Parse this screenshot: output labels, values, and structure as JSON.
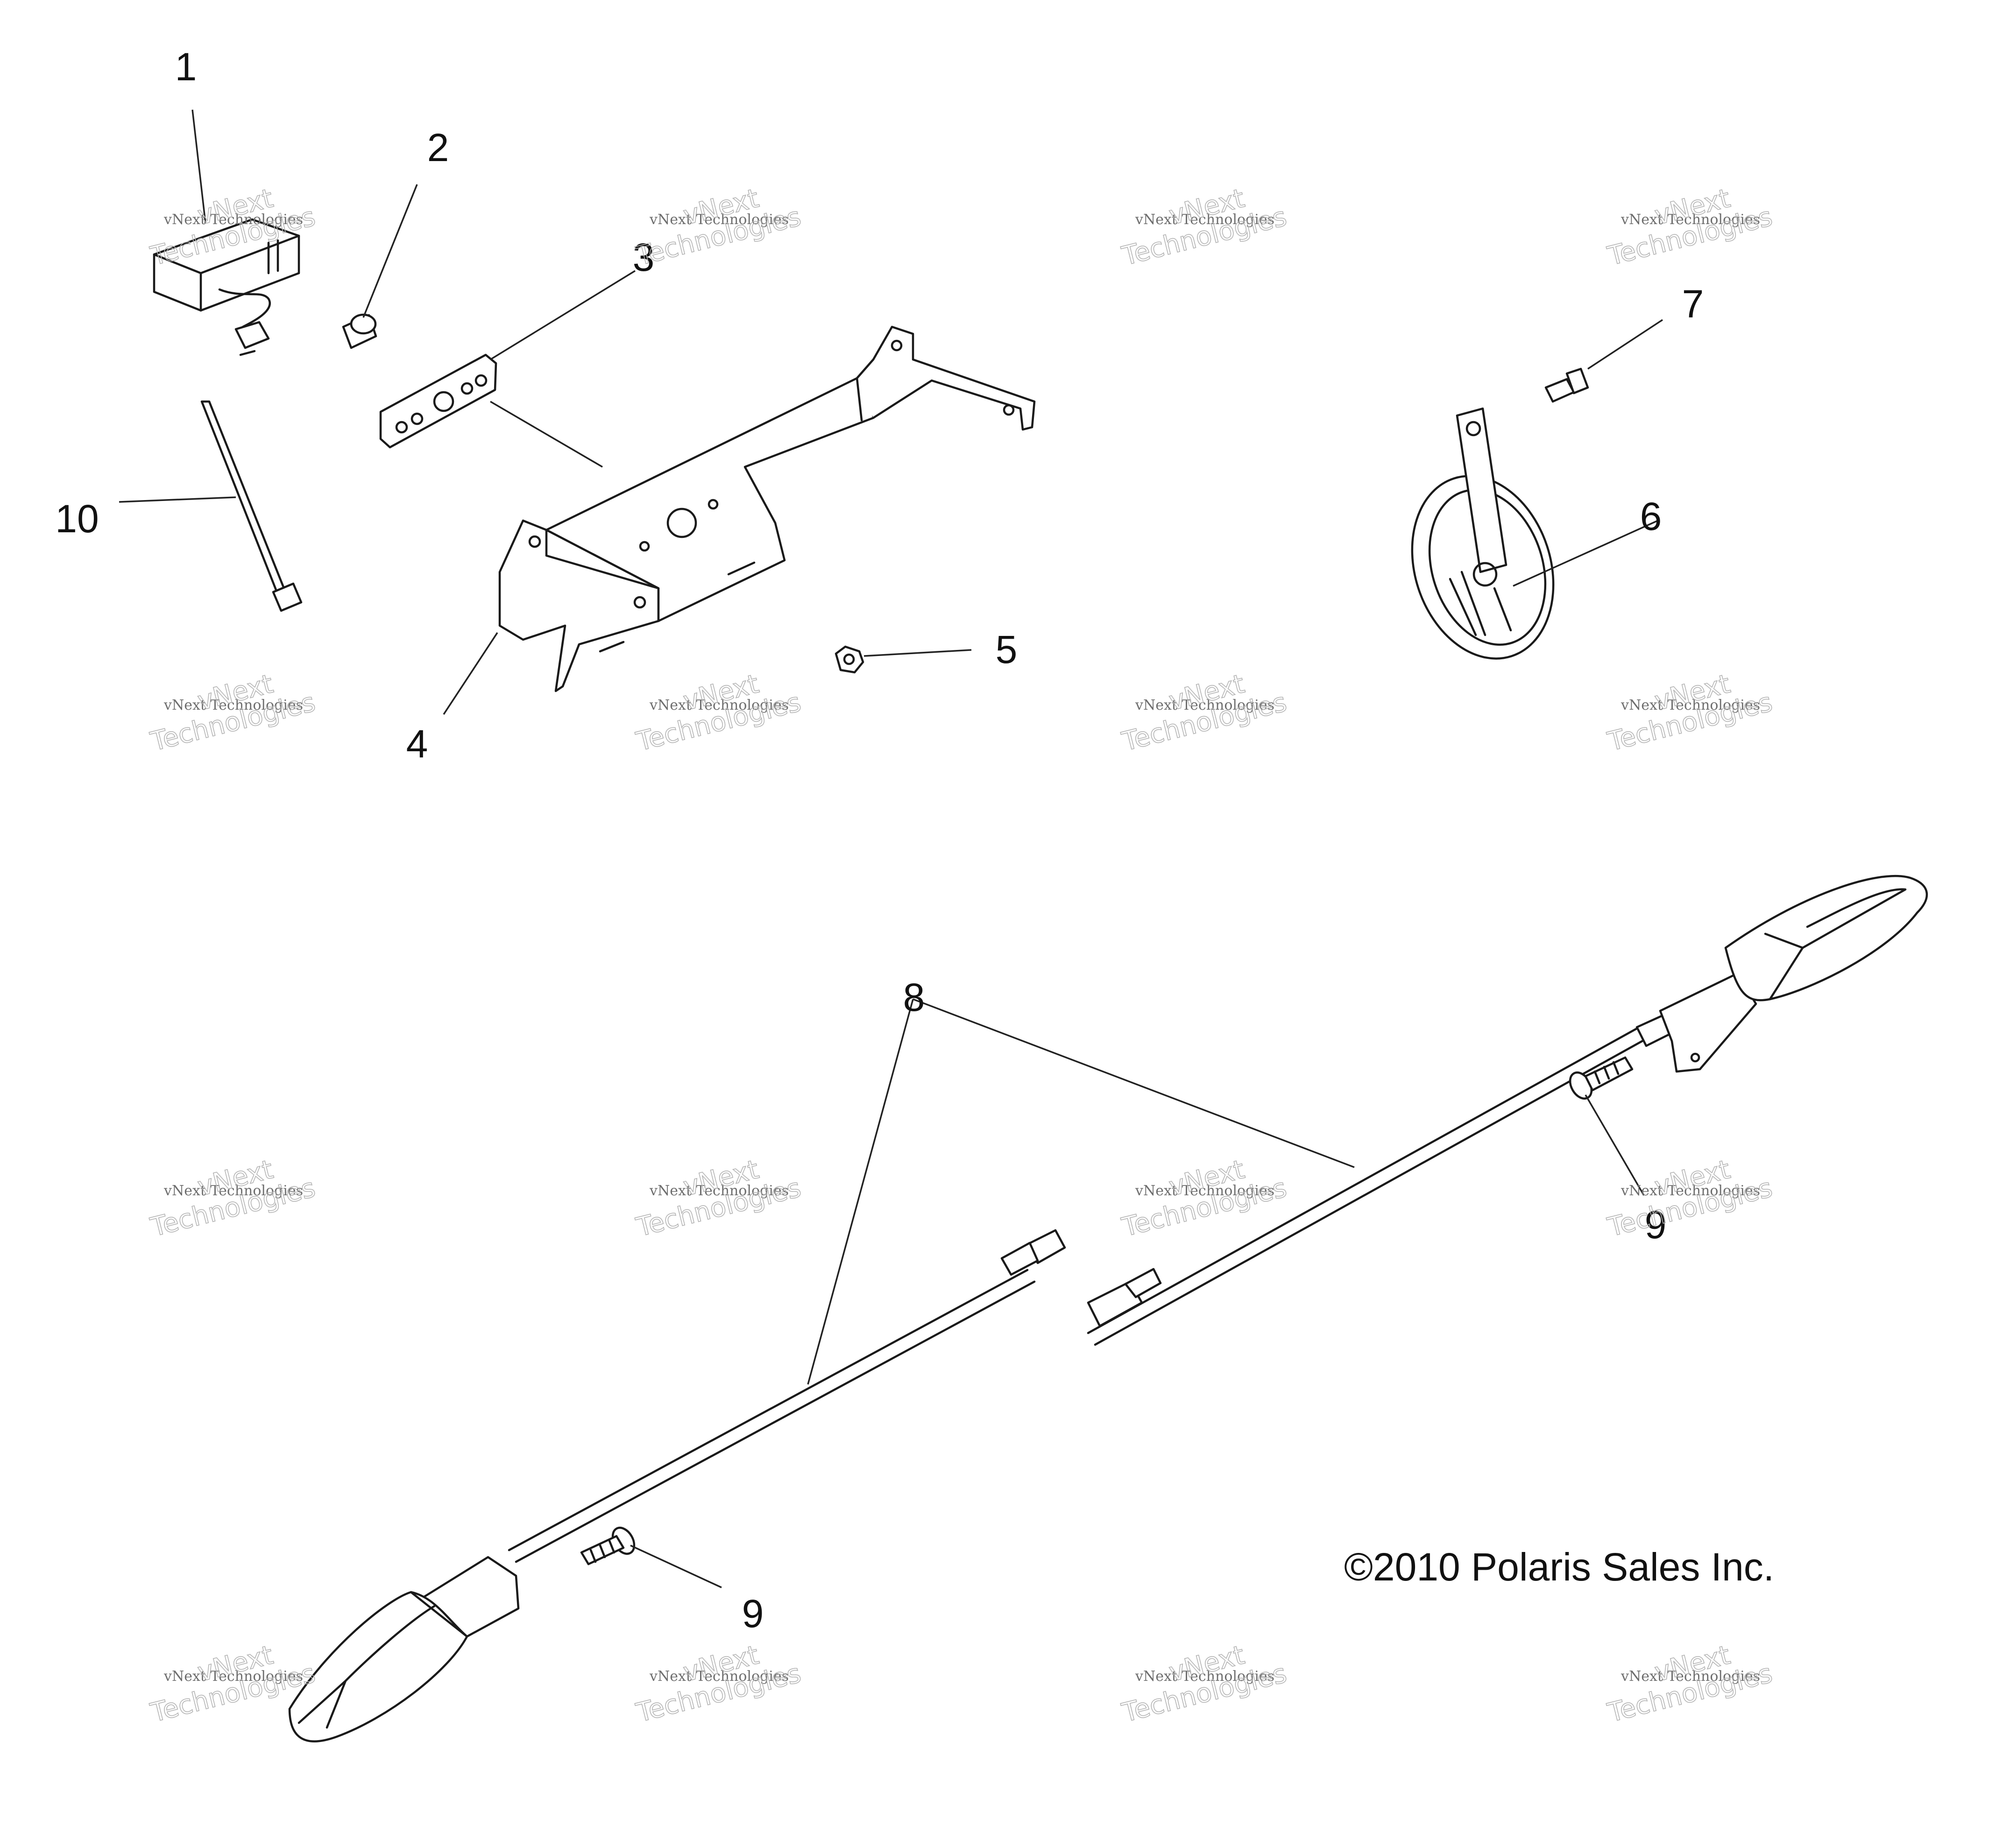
{
  "callouts": {
    "c1": "1",
    "c2": "2",
    "c3": "3",
    "c4": "4",
    "c5": "5",
    "c6": "6",
    "c7": "7",
    "c8": "8",
    "c9a": "9",
    "c9b": "9",
    "c10": "10"
  },
  "copyright": "©2010 Polaris Sales Inc.",
  "watermark": {
    "line1": "vNext Technologies",
    "line2a": "vNext",
    "line2b": "Technologies"
  },
  "colors": {
    "line": "#1a1a1a",
    "watermark": "#b4b4b4",
    "background": "#ffffff"
  }
}
